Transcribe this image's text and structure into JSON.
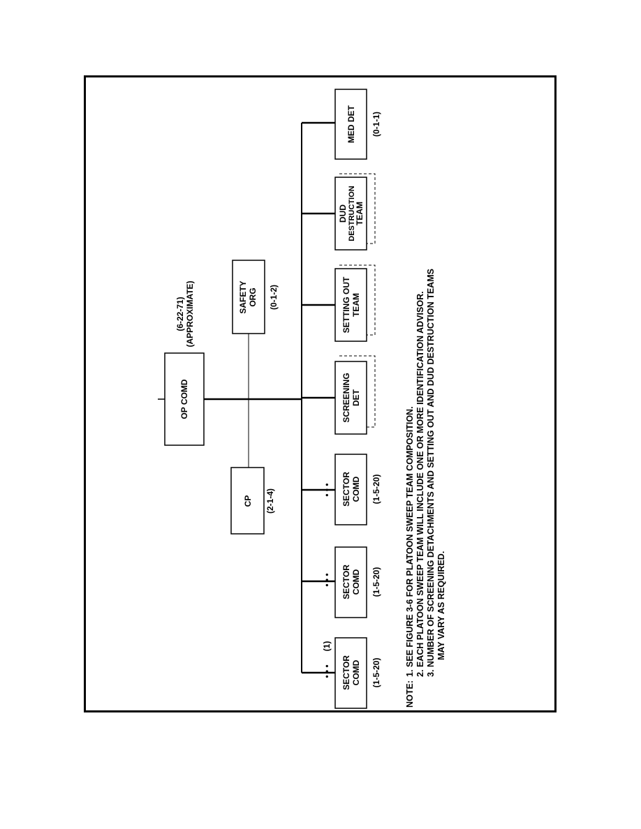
{
  "diagram": {
    "root": {
      "label": "OP COMD",
      "count": "(6-22-71)",
      "count_note": "(APPROXIMATE)"
    },
    "cp": {
      "label": "CP",
      "count": "(2-1-4)"
    },
    "safety": {
      "label_1": "SAFETY",
      "label_2": "ORG",
      "count": "(0-1-2)"
    },
    "sector_1": {
      "label_1": "SECTOR",
      "label_2": "COMD",
      "count": "(1-5-20)",
      "footnote": "(1)"
    },
    "sector_2": {
      "label_1": "SECTOR",
      "label_2": "COMD",
      "count": "(1-5-20)"
    },
    "sector_3": {
      "label_1": "SECTOR",
      "label_2": "COMD",
      "count": "(1-5-20)"
    },
    "screening": {
      "label_1": "SCREENING",
      "label_2": "DET"
    },
    "setting_out": {
      "label_1": "SETTING OUT",
      "label_2": "TEAM"
    },
    "dud": {
      "label_1": "DUD",
      "label_2": "DESTRUCTION",
      "label_3": "TEAM"
    },
    "med": {
      "label": "MED DET",
      "count": "(0-1-1)"
    },
    "ellipsis": "• • •"
  },
  "notes": {
    "prefix": "NOTE:",
    "line_1": "1. SEE FIGURE 3-6 FOR PLATOON SWEEP TEAM COMPOSITION.",
    "line_2": "2. EACH PLATOON SWEEP TEAM WILL INCLUDE ONE OR MORE IDENTIFICATION ADVISOR.",
    "line_3": "3. NUMBER OF SCREENING DETACHMENTS AND SETTING OUT AND DUD DESTRUCTION TEAMS",
    "line_4": "MAY VARY AS REQUIRED."
  }
}
